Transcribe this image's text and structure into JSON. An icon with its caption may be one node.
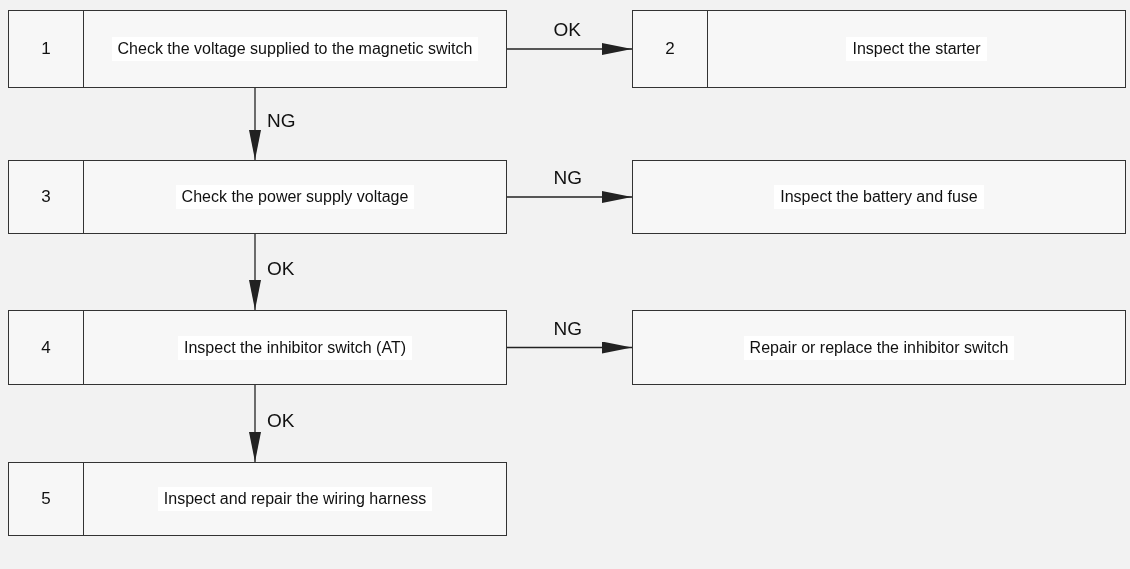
{
  "diagram": {
    "nodes": [
      {
        "text": [
          "1",
          "Check the voltage supplied to the magnetic switch"
        ]
      },
      {
        "text": [
          "2",
          "Inspect the starter"
        ]
      },
      {
        "text": [
          "3",
          "Check the power supply voltage"
        ]
      },
      {
        "text": [
          "Inspect the battery and fuse"
        ]
      },
      {
        "text": [
          "4",
          "Inspect the inhibitor switch (AT)"
        ]
      },
      {
        "text": [
          "Repair or replace the inhibitor switch"
        ]
      },
      {
        "text": [
          "5",
          "Inspect and repair the wiring harness"
        ]
      }
    ],
    "edges": [
      {
        "from": 0,
        "to": 1,
        "arrow": "to",
        "label": "OK"
      },
      {
        "from": 0,
        "to": 2,
        "arrow": "to",
        "label": "NG"
      },
      {
        "from": 2,
        "to": 3,
        "arrow": "to",
        "label": "NG"
      },
      {
        "from": 2,
        "to": 4,
        "arrow": "to",
        "label": "OK"
      },
      {
        "from": 4,
        "to": 5,
        "arrow": "to",
        "label": "NG"
      },
      {
        "from": 4,
        "to": 6,
        "arrow": "to",
        "label": "OK"
      }
    ]
  }
}
